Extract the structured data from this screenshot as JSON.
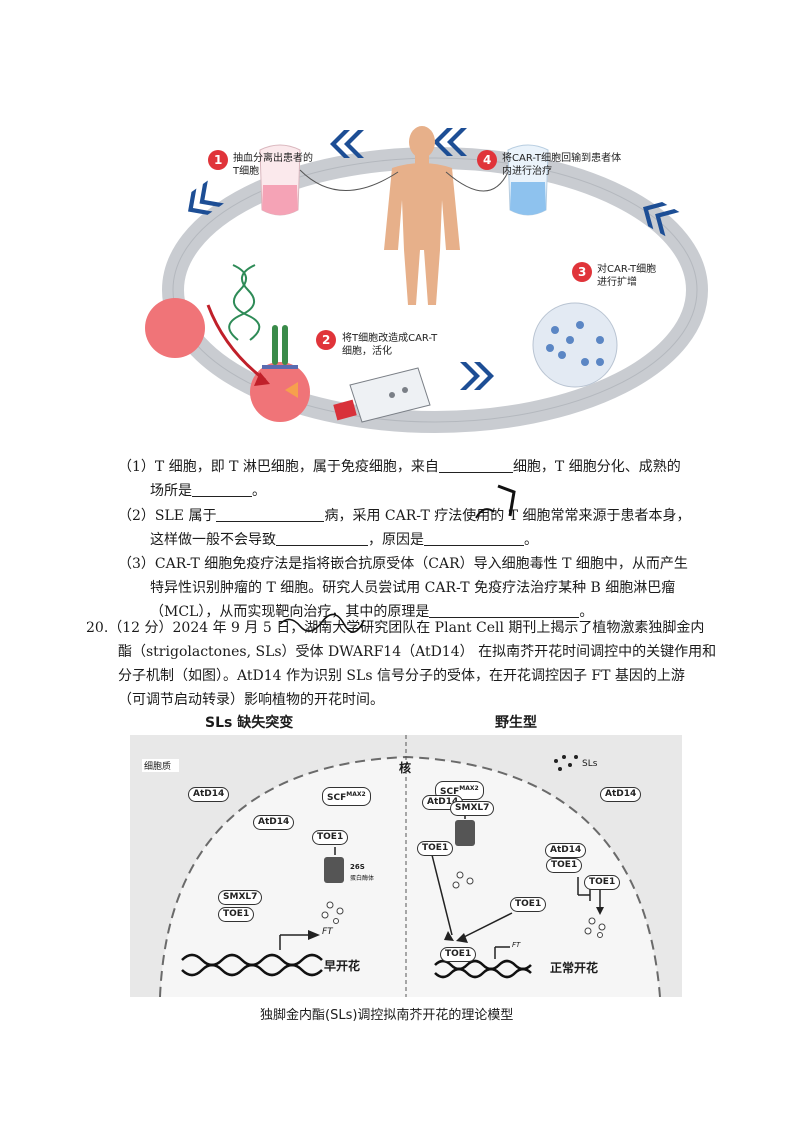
{
  "figure1": {
    "steps": [
      {
        "num": "1",
        "label": "抽血分离出患者的T细胞"
      },
      {
        "num": "2",
        "label": "将T细胞改造成CAR-T细胞，活化"
      },
      {
        "num": "3",
        "label": "对CAR-T细胞进行扩增"
      },
      {
        "num": "4",
        "label": "将CAR-T细胞回输到患者体内进行治疗"
      }
    ],
    "colors": {
      "ring": "#c9ccd1",
      "chevron": "#1d4e95",
      "step_badge": "#e0343a",
      "tumor": "#f07478"
    }
  },
  "q19": {
    "p1_a": "（1）T 细胞，即 T 淋巴细胞，属于免疫细胞，来自",
    "p1_b": "细胞，T 细胞分化、成熟的",
    "p1_c": "场所是",
    "p1_d": "。",
    "p2_a": "（2）SLE 属于",
    "p2_b": "病，采用 CAR-T 疗法使用的 T 细胞常常来源于患者本身，",
    "p2_c": "这样做一般不会导致",
    "p2_d": "，原因是",
    "p2_e": "。",
    "p3_a": "（3）CAR-T 细胞免疫疗法是指将嵌合抗原受体（CAR）导入细胞毒性 T 细胞中，从而产生",
    "p3_b": "特异性识别肿瘤的 T 细胞。研究人员尝试用 CAR-T 免疫疗法治疗某种 B 细胞淋巴瘤",
    "p3_c": "（MCL），从而实现靶向治疗，其中的原理是",
    "p3_d": "。"
  },
  "q20": {
    "line1": "20.（12 分）2024 年 9 月 5 日，湖南大学研究团队在 Plant Cell 期刊上揭示了植物激素独脚金内",
    "line2": "酯（strigolactones, SLs）受体 DWARF14（AtD14） 在拟南芥开花时间调控中的关键作用和",
    "line3": "分子机制（如图）。AtD14 作为识别 SLs 信号分子的受体，在开花调控因子 FT 基因的上游",
    "line4": "（可调节启动转录）影响植物的开花时间。"
  },
  "figure2": {
    "title_left": "SLs 缺失突变",
    "title_right": "野生型",
    "cytoplasm": "细胞质",
    "nucleus": "核",
    "sls": "SLs",
    "atd14": "AtD14",
    "scf": "SCF",
    "scf_sup": "MAX2",
    "toe1": "TOE1",
    "smxl7": "SMXL7",
    "proteasome": "26S",
    "proteasome_sub": "蛋白酶体",
    "ft": "FT",
    "early": "早开花",
    "normal": "正常开花",
    "caption": "独脚金内酯(SLs)调控拟南芥开花的理论模型"
  }
}
